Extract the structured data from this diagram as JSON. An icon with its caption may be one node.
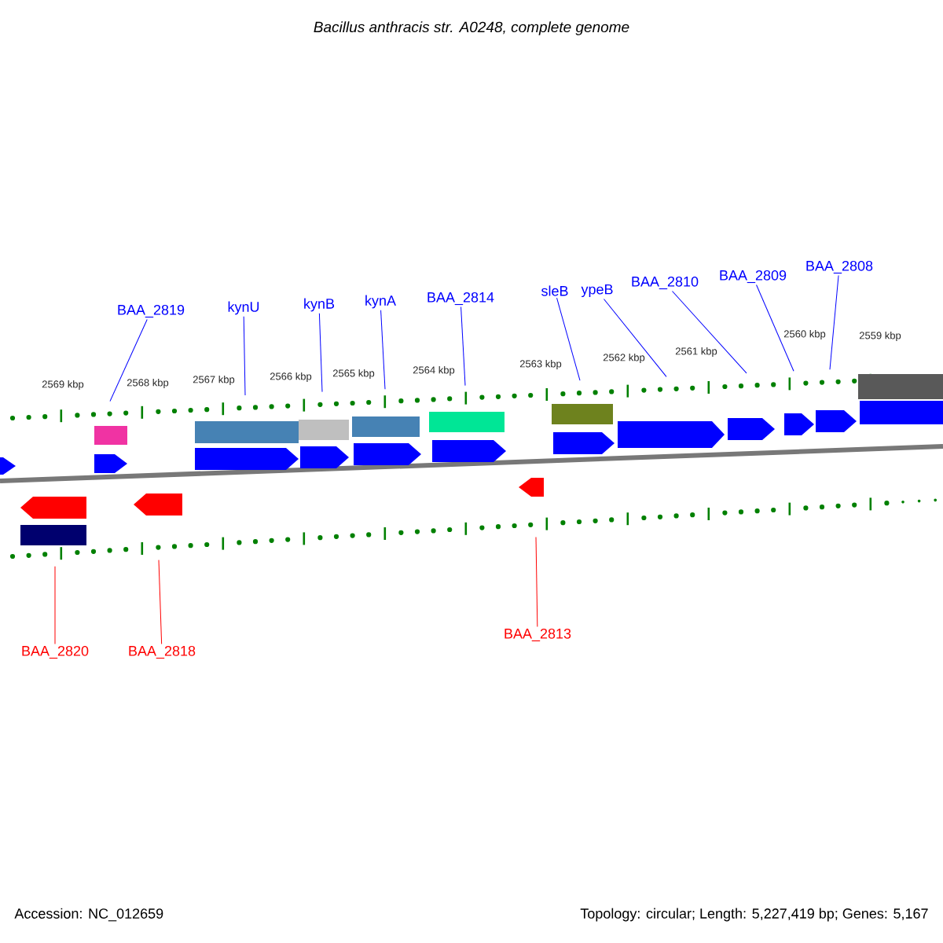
{
  "diagram": {
    "title": "Bacillus anthracis str. A0248, complete genome",
    "nodes": [
      {
        "text": [
          "BAA_2819"
        ]
      },
      {
        "text": [
          "kynU"
        ]
      },
      {
        "text": [
          "kynB"
        ]
      },
      {
        "text": [
          "kynA"
        ]
      },
      {
        "text": [
          "BAA_2814"
        ]
      },
      {
        "text": [
          "sleB"
        ]
      },
      {
        "text": [
          "ypeB"
        ]
      },
      {
        "text": [
          "BAA_2810"
        ]
      },
      {
        "text": [
          "BAA_2809"
        ]
      },
      {
        "text": [
          "BAA_2808"
        ]
      },
      {
        "text": [
          "BAA_2820"
        ]
      },
      {
        "text": [
          "BAA_2818"
        ]
      },
      {
        "text": [
          "BAA_2813"
        ]
      }
    ],
    "edges": [
      {
        "from": 0,
        "to": null,
        "arrow": "none"
      },
      {
        "from": 1,
        "to": null,
        "arrow": "none"
      },
      {
        "from": 2,
        "to": null,
        "arrow": "none"
      },
      {
        "from": 3,
        "to": null,
        "arrow": "none"
      },
      {
        "from": 4,
        "to": null,
        "arrow": "none"
      },
      {
        "from": 5,
        "to": null,
        "arrow": "none"
      },
      {
        "from": 6,
        "to": null,
        "arrow": "none"
      },
      {
        "from": 7,
        "to": null,
        "arrow": "none"
      },
      {
        "from": 8,
        "to": null,
        "arrow": "none"
      },
      {
        "from": 9,
        "to": null,
        "arrow": "none"
      },
      {
        "from": 10,
        "to": null,
        "arrow": "none",
        "color": "#ff0000"
      },
      {
        "from": 11,
        "to": null,
        "arrow": "none",
        "color": "#ff0000"
      },
      {
        "from": 12,
        "to": null,
        "arrow": "none",
        "color": "#ff0000"
      }
    ],
    "labels": [
      "2569 kbp",
      "2568 kbp",
      "2567 kbp",
      "2566 kbp",
      "2565 kbp",
      "2564 kbp",
      "2563 kbp",
      "2562 kbp",
      "2561 kbp",
      "2560 kbp",
      "2559 kbp",
      "Accession: NC_012659",
      "Topology: circular; Length: 5,227,419 bp; Genes: 5,167"
    ]
  }
}
